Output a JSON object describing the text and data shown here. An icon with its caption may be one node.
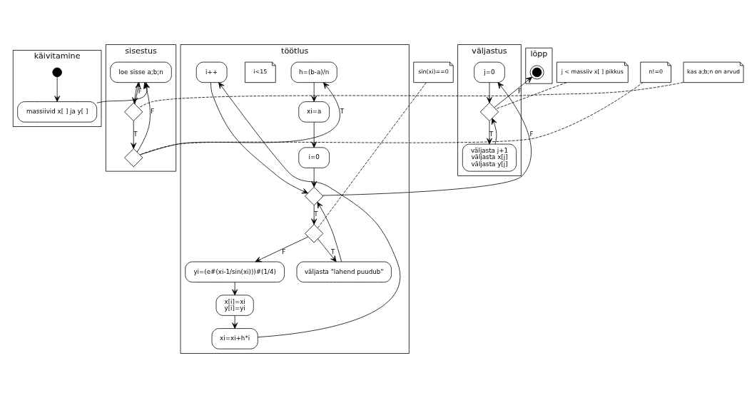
{
  "diagram": {
    "nodes": [
      {
        "text": [
          "käivitamine"
        ]
      },
      {
        "text": [
          "sisestus"
        ]
      },
      {
        "text": [
          "töötlus"
        ]
      },
      {
        "text": [
          "väljastus"
        ]
      },
      {
        "text": [
          "lõpp"
        ]
      },
      {
        "text": [],
        "shape": "circle",
        "in": 0
      },
      {
        "text": [
          "massiivid x[ ] ja y[ ]"
        ],
        "in": 0
      },
      {
        "text": [
          "loe sisse a;b;n"
        ],
        "in": 1
      },
      {
        "text": [],
        "shape": "diamond",
        "in": 1
      },
      {
        "text": [],
        "shape": "diamond",
        "in": 1
      },
      {
        "text": [
          "kas a;b;n on arvud"
        ]
      },
      {
        "text": [
          "n!=0"
        ]
      },
      {
        "text": [
          "h=(b-a)/n"
        ],
        "in": 2
      },
      {
        "text": [
          "xi=a"
        ],
        "in": 2
      },
      {
        "text": [
          "i=0"
        ],
        "in": 2
      },
      {
        "text": [],
        "shape": "diamond",
        "in": 2
      },
      {
        "text": [
          "i<15"
        ],
        "in": 2
      },
      {
        "text": [],
        "shape": "diamond",
        "in": 2
      },
      {
        "text": [
          "sin(xi)==0"
        ]
      },
      {
        "text": [
          "yi=(e#(xi-1/sin(xi)))#(1/4)"
        ],
        "in": 2
      },
      {
        "text": [
          "väljasta \"lahend puudub\""
        ],
        "in": 2
      },
      {
        "text": [
          "x[i]=xi",
          "y[i]=yi"
        ],
        "in": 2
      },
      {
        "text": [
          "i++"
        ],
        "in": 2
      },
      {
        "text": [
          "xi=xi+h*i"
        ],
        "in": 2
      },
      {
        "text": [
          "j=0"
        ],
        "in": 3
      },
      {
        "text": [],
        "shape": "diamond",
        "in": 3
      },
      {
        "text": [
          "väljasta j+1",
          "väljasta x[j]",
          "väljasta y[j]"
        ],
        "in": 3
      },
      {
        "text": [
          "j < massiiv x[ ] pikkus"
        ]
      },
      {
        "text": [],
        "shape": "circle",
        "in": 4
      }
    ],
    "edges": [
      {
        "from": 5,
        "to": 6,
        "arrow": "to"
      },
      {
        "from": 6,
        "to": 7,
        "arrow": "to"
      },
      {
        "from": 7,
        "to": 8,
        "arrow": "to"
      },
      {
        "from": 8,
        "to": 7,
        "arrow": "to",
        "label": "F"
      },
      {
        "from": 8,
        "to": 9,
        "arrow": "to",
        "label": "T"
      },
      {
        "from": 9,
        "to": 7,
        "arrow": "to",
        "label": "F"
      },
      {
        "from": 9,
        "to": 12,
        "arrow": "to",
        "label": "T"
      },
      {
        "from": 10,
        "to": 8,
        "arrow": "none",
        "style": "dashed"
      },
      {
        "from": 11,
        "to": 9,
        "arrow": "none",
        "style": "dashed"
      },
      {
        "from": 12,
        "to": 13,
        "arrow": "to"
      },
      {
        "from": 13,
        "to": 14,
        "arrow": "to"
      },
      {
        "from": 14,
        "to": 15,
        "arrow": "to"
      },
      {
        "from": 15,
        "to": 24,
        "arrow": "to",
        "label": "F"
      },
      {
        "from": 15,
        "to": 17,
        "arrow": "to",
        "label": "T"
      },
      {
        "from": 18,
        "to": 17,
        "arrow": "none",
        "style": "dashed"
      },
      {
        "from": 17,
        "to": 19,
        "arrow": "to",
        "label": "F"
      },
      {
        "from": 17,
        "to": 20,
        "arrow": "to",
        "label": "T"
      },
      {
        "from": 20,
        "to": 15,
        "arrow": "to"
      },
      {
        "from": 19,
        "to": 21,
        "arrow": "to"
      },
      {
        "from": 21,
        "to": 23,
        "arrow": "to"
      },
      {
        "from": 23,
        "to": 22,
        "arrow": "to"
      },
      {
        "from": 22,
        "to": 15,
        "arrow": "to"
      },
      {
        "from": 24,
        "to": 25,
        "arrow": "to"
      },
      {
        "from": 25,
        "to": 26,
        "arrow": "to",
        "label": "T"
      },
      {
        "from": 26,
        "to": 25,
        "arrow": "to"
      },
      {
        "from": 25,
        "to": 28,
        "arrow": "to",
        "label": "F"
      },
      {
        "from": 27,
        "to": 25,
        "arrow": "none",
        "style": "dashed"
      }
    ]
  }
}
